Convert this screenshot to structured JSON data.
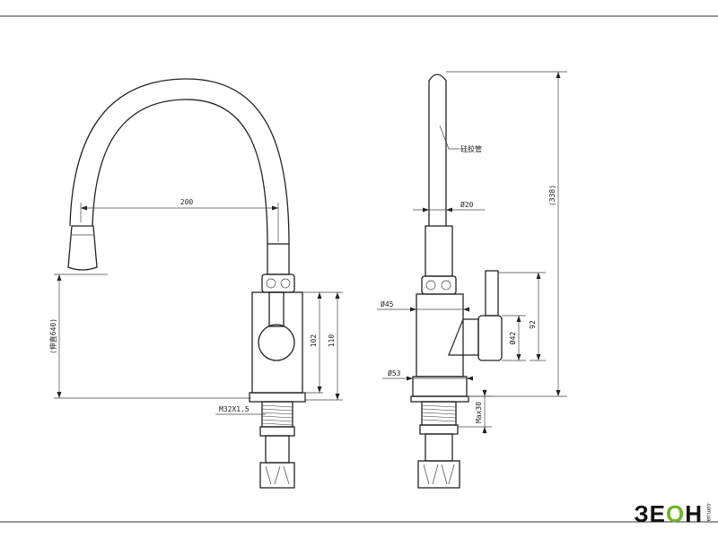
{
  "dimensions": {
    "reach": "200",
    "height_total": "(伸直640)",
    "body_102": "102",
    "body_110": "110",
    "thread": "M32X1.5",
    "hose_label": "硅胶管",
    "dia_20": "Ø20",
    "total_338": "(338)",
    "dia_45": "Ø45",
    "dia_42": "Ø42",
    "handle_92": "92",
    "dia_53": "Ø53",
    "max_30": "Max30"
  },
  "logo": {
    "mark_prefix": "ЗЕ",
    "mark_o": "О",
    "mark_suffix": "Н",
    "sub": ".com.ua"
  }
}
